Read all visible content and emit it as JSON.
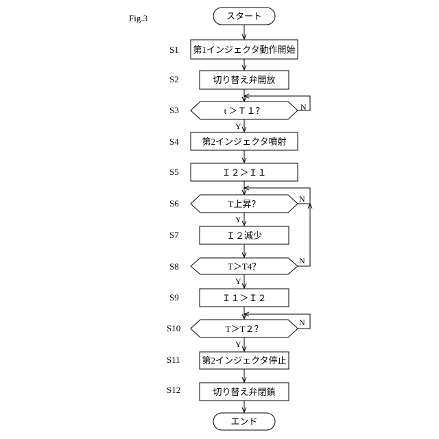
{
  "figure_label": "Fig.3",
  "start_label": "スタート",
  "end_label": "エンド",
  "yes_label": "Y",
  "no_label": "N",
  "steps": [
    {
      "id": "S1",
      "text": "第1インジェクタ動作開始"
    },
    {
      "id": "S2",
      "text": "切り替え弁開放"
    },
    {
      "id": "S3",
      "text": "t ＞Ｔ１？"
    },
    {
      "id": "S4",
      "text": "第2インジェクタ噴射"
    },
    {
      "id": "S5",
      "text": "Ｉ２＞Ｉ１"
    },
    {
      "id": "S6",
      "text": "T上昇？"
    },
    {
      "id": "S7",
      "text": "Ｉ２減少"
    },
    {
      "id": "S8",
      "text": "T＞T4？"
    },
    {
      "id": "S9",
      "text": "Ｉ１＞Ｉ２"
    },
    {
      "id": "S10",
      "text": "T＞T２？"
    },
    {
      "id": "S11",
      "text": "第2インジェクタ停止"
    },
    {
      "id": "S12",
      "text": "切り替え弁閉鎖"
    }
  ]
}
